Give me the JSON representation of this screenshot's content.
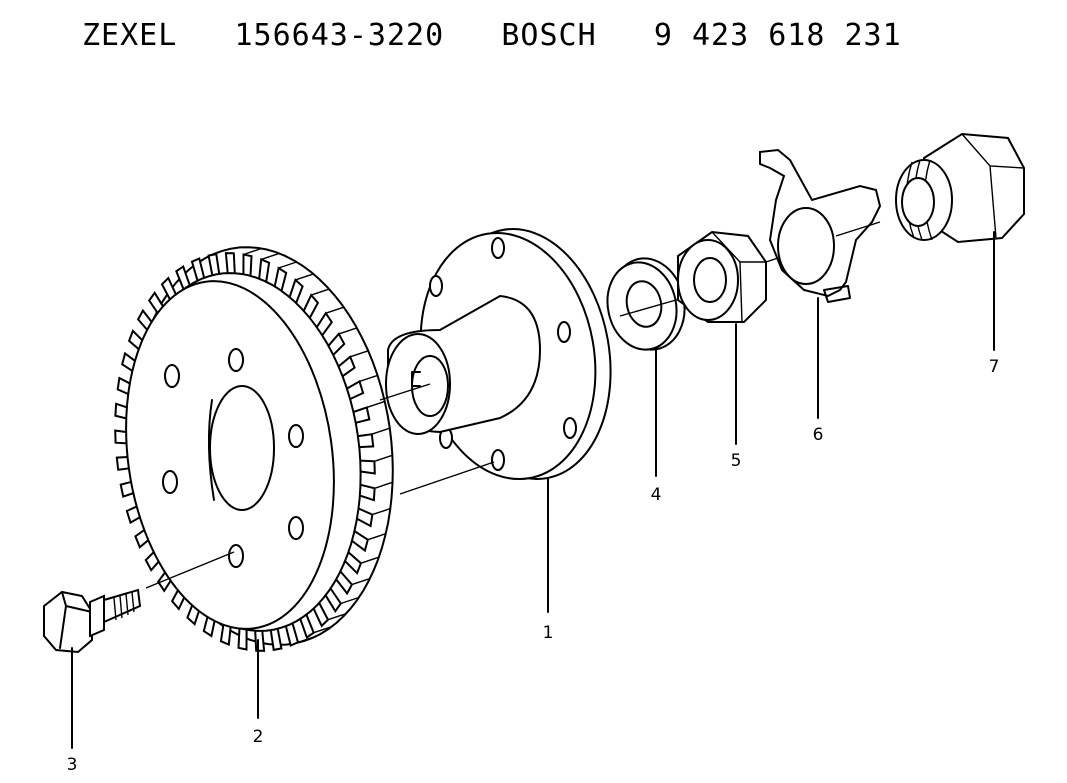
{
  "title": "ZEXEL   156643-3220   BOSCH   9 423 618 231",
  "callouts": [
    {
      "id": "1",
      "label": "1",
      "part": "hub"
    },
    {
      "id": "2",
      "label": "2",
      "part": "gear"
    },
    {
      "id": "3",
      "label": "3",
      "part": "bolt"
    },
    {
      "id": "4",
      "label": "4",
      "part": "washer"
    },
    {
      "id": "5",
      "label": "5",
      "part": "nut"
    },
    {
      "id": "6",
      "label": "6",
      "part": "lock-plate"
    },
    {
      "id": "7",
      "label": "7",
      "part": "cap-nut"
    }
  ]
}
